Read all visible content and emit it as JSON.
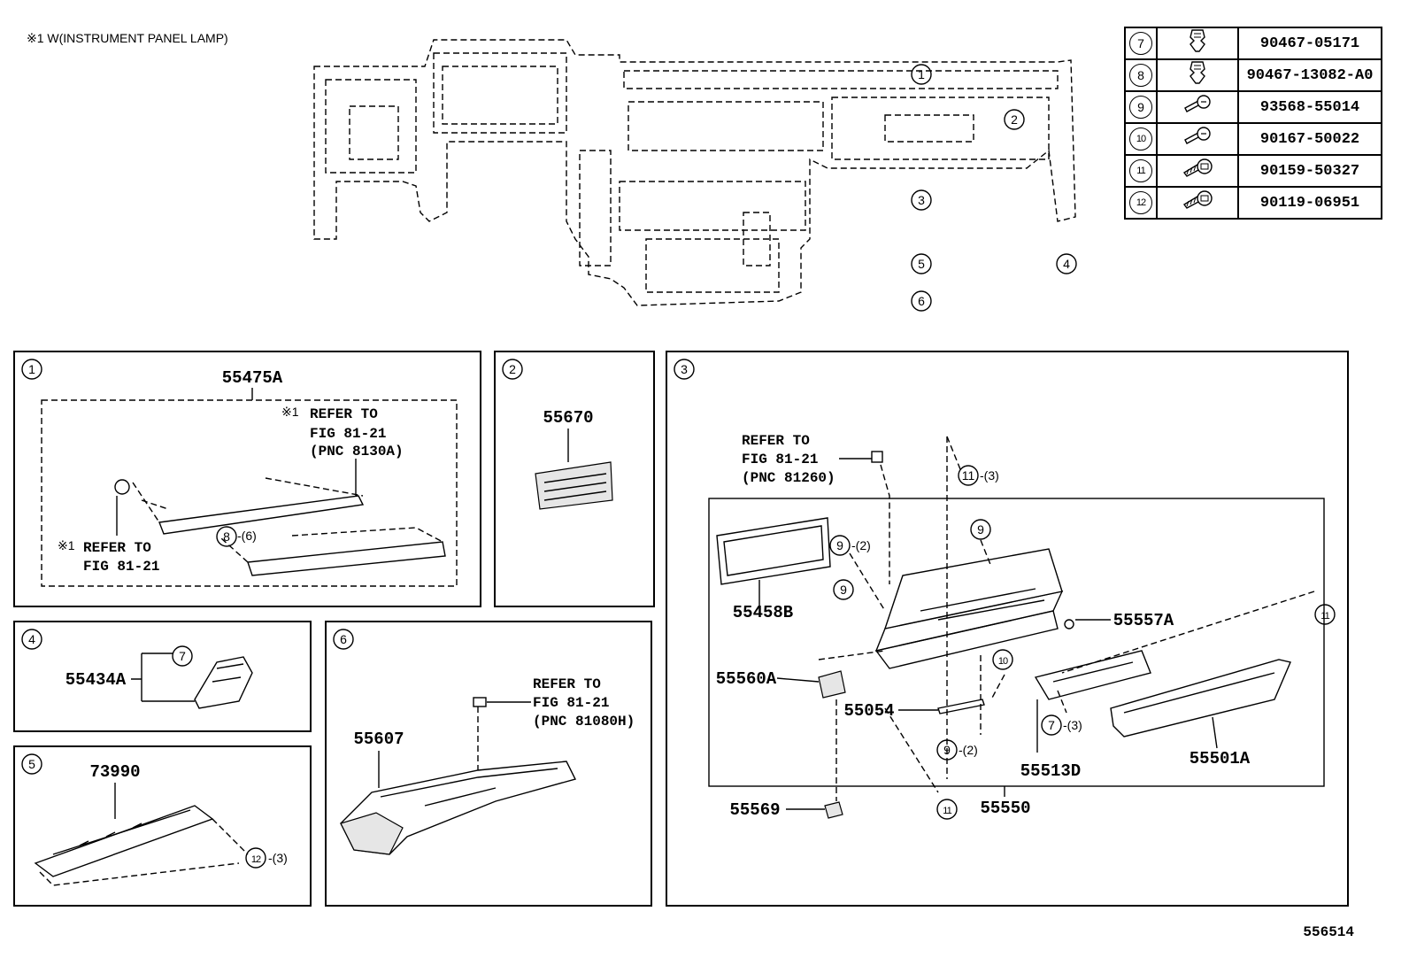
{
  "header_note": "※1 W(INSTRUMENT PANEL LAMP)",
  "figure_id": "556514",
  "overview_callouts": [
    "1",
    "2",
    "3",
    "4",
    "5",
    "6"
  ],
  "fastener_table": [
    {
      "ref": "7",
      "part_no": "90467-05171",
      "icon": "clip-icon"
    },
    {
      "ref": "8",
      "part_no": "90467-13082-A0",
      "icon": "clip-icon"
    },
    {
      "ref": "9",
      "part_no": "93568-55014",
      "icon": "screw-icon"
    },
    {
      "ref": "10",
      "part_no": "90167-50022",
      "icon": "screw-icon"
    },
    {
      "ref": "11",
      "part_no": "90159-50327",
      "icon": "bolt-icon"
    },
    {
      "ref": "12",
      "part_no": "90119-06951",
      "icon": "bolt-icon"
    }
  ],
  "panel1": {
    "id": "1",
    "assembly": "55475A",
    "ref_top_mark": "※1",
    "ref_top": [
      "REFER TO",
      "FIG 81-21",
      "(PNC 8130A)"
    ],
    "ref_bottom_mark": "※1",
    "ref_bottom": [
      "REFER TO",
      "FIG 81-21"
    ],
    "fastener_ref": "8",
    "fastener_qty": "-(6)"
  },
  "panel2": {
    "id": "2",
    "part": "55670"
  },
  "panel3": {
    "id": "3",
    "ref_top": [
      "REFER TO",
      "FIG 81-21",
      "(PNC 81260)"
    ],
    "parts": [
      "55458B",
      "55560A",
      "55054",
      "55557A",
      "55513D",
      "55501A",
      "55569",
      "55550"
    ],
    "callouts": [
      {
        "ref": "11",
        "qty": "-(3)"
      },
      {
        "ref": "9",
        "qty": "-(2)"
      },
      {
        "ref": "9",
        "qty": ""
      },
      {
        "ref": "9",
        "qty": ""
      },
      {
        "ref": "11",
        "qty": ""
      },
      {
        "ref": "10",
        "qty": ""
      },
      {
        "ref": "7",
        "qty": "-(3)"
      },
      {
        "ref": "9",
        "qty": "-(2)"
      },
      {
        "ref": "11",
        "qty": ""
      }
    ]
  },
  "panel4": {
    "id": "4",
    "part": "55434A",
    "fastener_ref": "7"
  },
  "panel5": {
    "id": "5",
    "part": "73990",
    "fastener_ref": "12",
    "fastener_qty": "-(3)"
  },
  "panel6": {
    "id": "6",
    "part": "55607",
    "ref": [
      "REFER TO",
      "FIG 81-21",
      "(PNC 81080H)"
    ]
  }
}
